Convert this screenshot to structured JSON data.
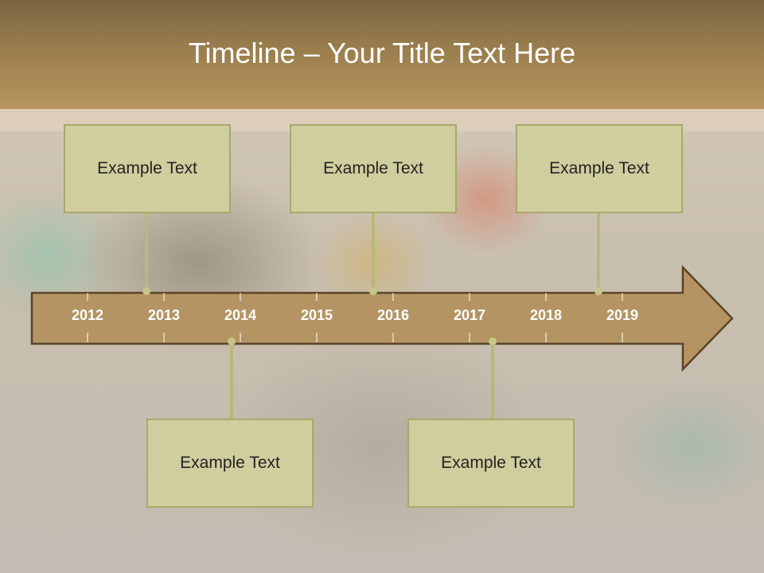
{
  "slide": {
    "title": "Timeline – Your Title Text Here"
  },
  "timeline": {
    "years": [
      "2012",
      "2013",
      "2014",
      "2015",
      "2016",
      "2017",
      "2018",
      "2019"
    ],
    "events_top": [
      "Example Text",
      "Example Text",
      "Example Text"
    ],
    "events_bottom": [
      "Example Text",
      "Example Text"
    ]
  },
  "colors": {
    "header": "#9a7e4e",
    "arrow_fill": "#b49463",
    "arrow_outline": "#5a4428",
    "box_fill": "#d0ce9e",
    "box_border": "#a9a86a",
    "connector": "#b9b878"
  }
}
